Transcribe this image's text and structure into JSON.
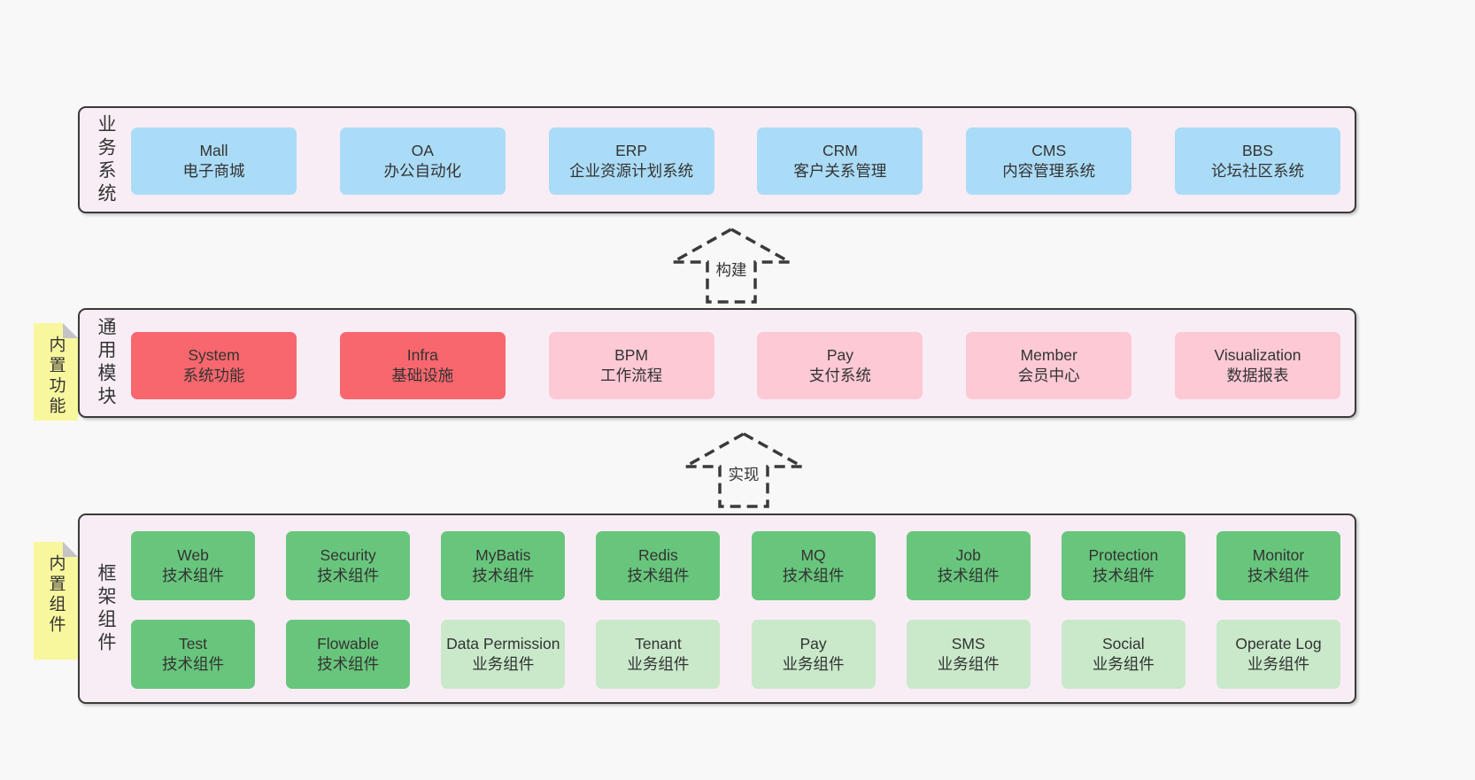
{
  "colors": {
    "page_bg": "#f8f8f8",
    "section_bg": "#f8edf5",
    "section_border": "#3a3a3a",
    "blue_box": "#abdcf7",
    "red_box": "#f7676d",
    "pink_box": "#fcc9d4",
    "green_box": "#68c67c",
    "light_green_box": "#c9e9ca",
    "sticky_note_yellow": "#f9f79e",
    "text": "#333333"
  },
  "arrows": {
    "build": "构建",
    "implement": "实现"
  },
  "sections": {
    "business": {
      "label": "业务系统",
      "boxes": [
        {
          "title": "Mall",
          "subtitle": "电子商城"
        },
        {
          "title": "OA",
          "subtitle": "办公自动化"
        },
        {
          "title": "ERP",
          "subtitle": "企业资源计划系统"
        },
        {
          "title": "CRM",
          "subtitle": "客户关系管理"
        },
        {
          "title": "CMS",
          "subtitle": "内容管理系统"
        },
        {
          "title": "BBS",
          "subtitle": "论坛社区系统"
        }
      ]
    },
    "modules": {
      "label": "通用模块",
      "note": "内置功能",
      "boxes": [
        {
          "title": "System",
          "subtitle": "系统功能"
        },
        {
          "title": "Infra",
          "subtitle": "基础设施"
        },
        {
          "title": "BPM",
          "subtitle": "工作流程"
        },
        {
          "title": "Pay",
          "subtitle": "支付系统"
        },
        {
          "title": "Member",
          "subtitle": "会员中心"
        },
        {
          "title": "Visualization",
          "subtitle": "数据报表"
        }
      ]
    },
    "framework": {
      "label": "框架组件",
      "note": "内置组件",
      "row1": [
        {
          "title": "Web",
          "subtitle": "技术组件"
        },
        {
          "title": "Security",
          "subtitle": "技术组件"
        },
        {
          "title": "MyBatis",
          "subtitle": "技术组件"
        },
        {
          "title": "Redis",
          "subtitle": "技术组件"
        },
        {
          "title": "MQ",
          "subtitle": "技术组件"
        },
        {
          "title": "Job",
          "subtitle": "技术组件"
        },
        {
          "title": "Protection",
          "subtitle": "技术组件"
        },
        {
          "title": "Monitor",
          "subtitle": "技术组件"
        }
      ],
      "row2": [
        {
          "title": "Test",
          "subtitle": "技术组件"
        },
        {
          "title": "Flowable",
          "subtitle": "技术组件"
        },
        {
          "title": "Data Permission",
          "subtitle": "业务组件"
        },
        {
          "title": "Tenant",
          "subtitle": "业务组件"
        },
        {
          "title": "Pay",
          "subtitle": "业务组件"
        },
        {
          "title": "SMS",
          "subtitle": "业务组件"
        },
        {
          "title": "Social",
          "subtitle": "业务组件"
        },
        {
          "title": "Operate Log",
          "subtitle": "业务组件"
        }
      ]
    }
  }
}
